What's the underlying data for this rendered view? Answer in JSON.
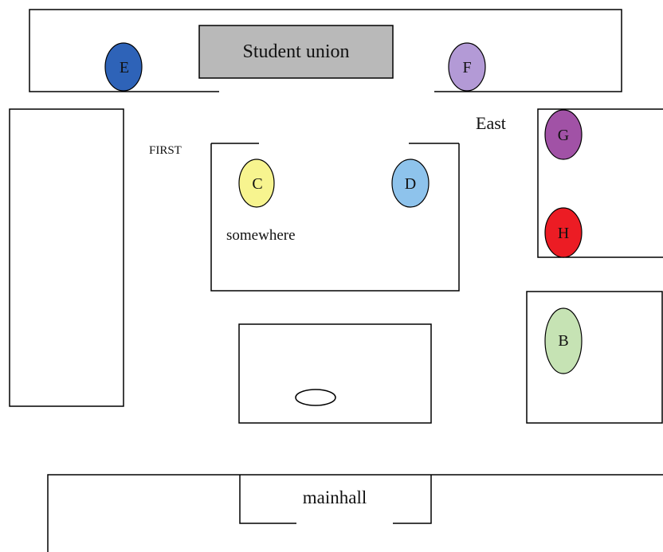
{
  "map": {
    "labels": {
      "student_union": "Student union",
      "east": "East",
      "first": "FIRST",
      "somewhere": "somewhere",
      "mainhall": "mainhall"
    },
    "markers": [
      {
        "id": "E",
        "label": "E",
        "color": "#2e63b8"
      },
      {
        "id": "F",
        "label": "F",
        "color": "#b39ad6"
      },
      {
        "id": "C",
        "label": "C",
        "color": "#f7f48f"
      },
      {
        "id": "D",
        "label": "D",
        "color": "#8ec3ec"
      },
      {
        "id": "G",
        "label": "G",
        "color": "#a152a6"
      },
      {
        "id": "H",
        "label": "H",
        "color": "#ec1c24"
      },
      {
        "id": "B",
        "label": "B",
        "color": "#c6e3b4"
      }
    ],
    "unlabeled_marker": {
      "color": "#ffffff"
    },
    "colors": {
      "line": "#000000",
      "union_fill": "#b9b9b9",
      "background": "#ffffff"
    }
  }
}
